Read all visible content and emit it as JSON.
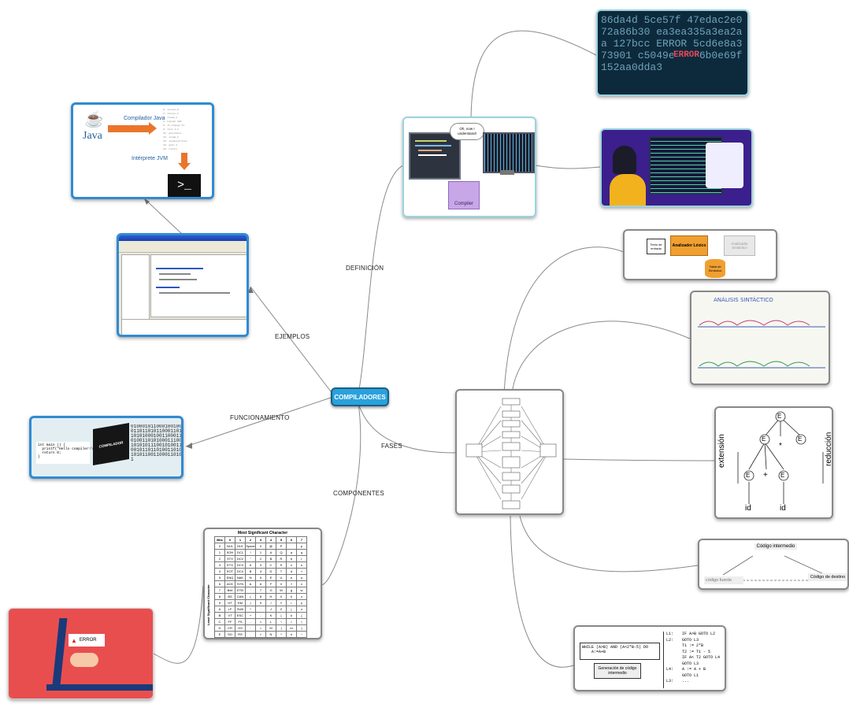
{
  "center": {
    "label": "COMPILADORES"
  },
  "branches": {
    "definicion": "DEFINICIÓN",
    "ejemplos": "EJEMPLOS",
    "funcionamiento": "FUNCIONAMIENTO",
    "fases": "FASES",
    "componentes": "COMPONENTES"
  },
  "java_card": {
    "compiler_label": "Compilador Java",
    "interpreter_label": "Intérprete JVM",
    "java_text": "Java",
    "prompt": ">_"
  },
  "compiler_card": {
    "bubble": "Oh, now I understand!",
    "box_label": "Compiler"
  },
  "hex_card": {
    "text": "86da4d 5ce57f 47edac2e072a86b30 ea3ea335a3ea2aa 127bcc ERROR 5cd6e8a373901 c5049e53 86b0e69f152aa0dda3",
    "error": "ERROR"
  },
  "error_card": {
    "label": "ERROR"
  },
  "black_box_card": {
    "label": "COMPILADOR",
    "code": "int main () {\n  printf(\"Hello compiler!\\n\");\n  return 0;\n}"
  },
  "lexico_card": {
    "input": "Texto de entrada",
    "analyzer": "Analizador Léxico",
    "next": "Analizador Sintáctico",
    "table": "Tabla de Símbolos"
  },
  "sintactico_card": {
    "title": "ANÁLISIS SINTÁCTICO"
  },
  "tree_card": {
    "left": "extensión",
    "right": "reducción",
    "nodes": [
      "E",
      "E",
      "*",
      "E",
      "E",
      "+",
      "E",
      "id",
      "id"
    ]
  },
  "intermedio_card": {
    "top": "Código intermedio",
    "left": "código fuente",
    "right": "Código de destino"
  },
  "gen_card": {
    "source": "WHILE (A>B) AND (A<2*B-5) DO\n    A:=A+B",
    "box": "Generación de código intermedio",
    "labels": [
      "L1:",
      "",
      "L2:",
      "",
      "",
      "",
      "",
      "L4:",
      "",
      "L3:"
    ],
    "lines": [
      "IF A>B GOTO L2",
      "GOTO L3",
      "T1 := 2*B",
      "T2 := T1 - 5",
      "IF A< T2 GOTO L4",
      "GOTO L3",
      "A := A + B",
      "GOTO L1",
      "..."
    ]
  },
  "ascii_card": {
    "title": "Most Significant Character",
    "side": "Least Significant Character",
    "header": [
      "Bits",
      "0",
      "1",
      "2",
      "3",
      "4",
      "5",
      "6",
      "7"
    ],
    "rows": [
      [
        "0",
        "NUL",
        "DLE",
        "Space",
        "0",
        "@",
        "P",
        "`",
        "p"
      ],
      [
        "1",
        "SOH",
        "DC1",
        "!",
        "1",
        "A",
        "Q",
        "a",
        "q"
      ],
      [
        "2",
        "STX",
        "DC2",
        "\"",
        "2",
        "B",
        "R",
        "b",
        "r"
      ],
      [
        "3",
        "ETX",
        "DC3",
        "#",
        "3",
        "C",
        "S",
        "c",
        "s"
      ],
      [
        "4",
        "EOT",
        "DC4",
        "$",
        "4",
        "D",
        "T",
        "d",
        "t"
      ],
      [
        "5",
        "ENQ",
        "NAK",
        "%",
        "5",
        "E",
        "U",
        "e",
        "u"
      ],
      [
        "6",
        "ACK",
        "SYN",
        "&",
        "6",
        "F",
        "V",
        "f",
        "v"
      ],
      [
        "7",
        "Bell",
        "ETB",
        "'",
        "7",
        "G",
        "W",
        "g",
        "w"
      ],
      [
        "8",
        "BS",
        "CAN",
        "(",
        "8",
        "H",
        "X",
        "h",
        "x"
      ],
      [
        "9",
        "HT",
        "EM",
        ")",
        "9",
        "I",
        "Y",
        "i",
        "y"
      ],
      [
        "A",
        "LF",
        "SUB",
        "*",
        ":",
        "J",
        "Z",
        "j",
        "z"
      ],
      [
        "B",
        "VT",
        "ESC",
        "+",
        ";",
        "K",
        "[",
        "k",
        "{"
      ],
      [
        "C",
        "FF",
        "FS",
        ",",
        "<",
        "L",
        "\\",
        "l",
        "|"
      ],
      [
        "D",
        "CR",
        "GS",
        "-",
        "=",
        "M",
        "]",
        "m",
        "}"
      ],
      [
        "E",
        "SO",
        "RS",
        ".",
        ">",
        "N",
        "^",
        "n",
        "~"
      ],
      [
        "F",
        "SI",
        "US",
        "/",
        "?",
        "O",
        "_",
        "o",
        "DEL"
      ]
    ]
  },
  "colors": {
    "accent": "#2aa1db",
    "frame": "#2f8bd3",
    "orange": "#e9762b",
    "error_bg": "#e94e4e"
  }
}
